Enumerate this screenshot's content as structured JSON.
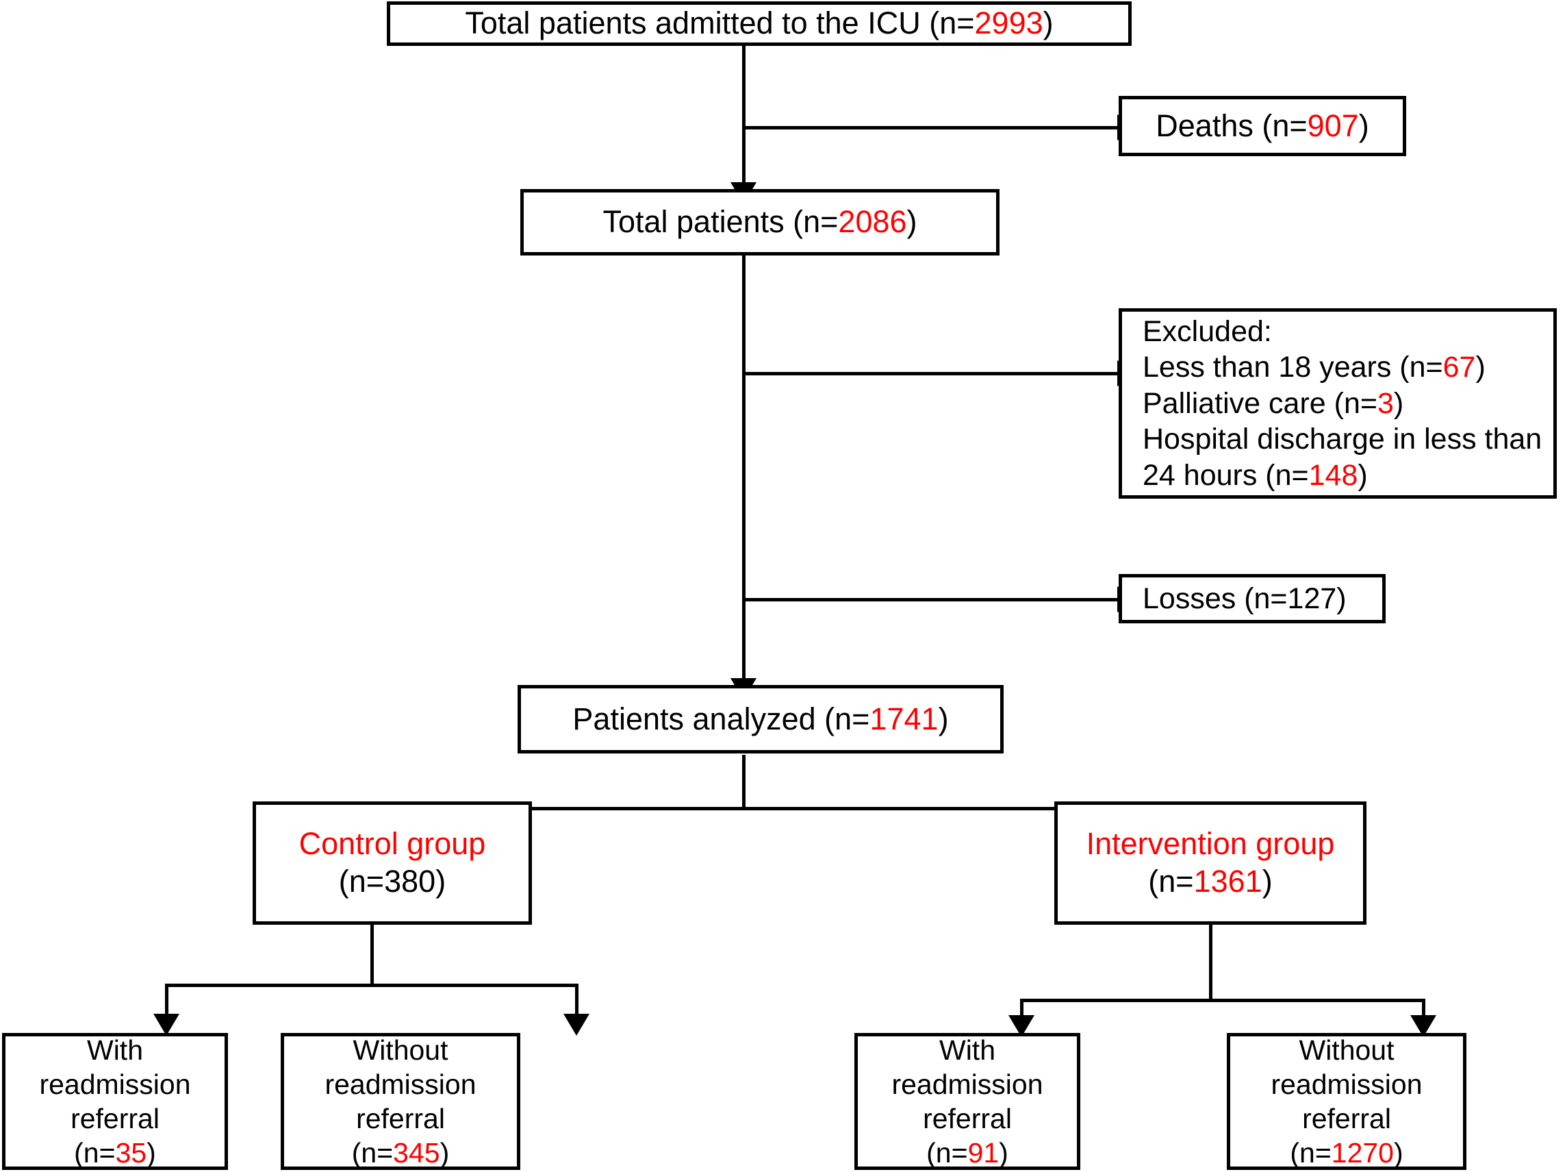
{
  "diagram": {
    "type": "consort-flow-diagram",
    "title": "ICU patient flow diagram",
    "colors": {
      "accent_red": "#ff0000",
      "text_black": "#000000",
      "box_border": "#000000",
      "background": "#ffffff"
    },
    "nodes": {
      "total_admitted": {
        "label_prefix": "Total patients admitted to the ICU (n=",
        "value": "2993",
        "value_color": "red",
        "label_suffix": ")"
      },
      "deaths": {
        "label_prefix": "Deaths (n=",
        "value": "907",
        "value_color": "red",
        "label_suffix": ")"
      },
      "total_patients": {
        "label_prefix": "Total patients (n=",
        "value": "2086",
        "value_color": "red",
        "label_suffix": ")"
      },
      "excluded": {
        "heading": "Excluded:",
        "line2_prefix": "Less than 18 years (n=",
        "line2_value": "67",
        "line2_suffix": ")",
        "line3_prefix": "Palliative care (n=",
        "line3_value": "3",
        "line3_suffix": ")",
        "line4_prefix": "Hospital discharge in less than 24 hours (n=",
        "line4_value": "148",
        "line4_suffix": ")"
      },
      "losses": {
        "label_prefix": "Losses (n=",
        "value": "127",
        "value_color": "black",
        "label_suffix": ")"
      },
      "patients_analyzed": {
        "label_prefix": "Patients analyzed (n=",
        "value": "1741",
        "value_color": "red",
        "label_suffix": ")"
      },
      "control_group": {
        "title": "Control group",
        "title_color": "red",
        "count_prefix": "(n=",
        "count_value": "380",
        "count_value_color": "black",
        "count_suffix": ")"
      },
      "intervention_group": {
        "title": "Intervention group",
        "title_color": "red",
        "count_prefix": "(n=",
        "count_value": "1361",
        "count_value_color": "red",
        "count_suffix": ")"
      },
      "control_with_referral": {
        "line1": "With readmission",
        "line2": "referral",
        "count_prefix": "(n=",
        "count_value": "35",
        "count_value_color": "red",
        "count_suffix": ")"
      },
      "control_without_referral": {
        "line1": "Without",
        "line2": "readmission referral",
        "count_prefix": "(n=",
        "count_value": "345",
        "count_value_color": "red",
        "count_suffix": ")"
      },
      "intervention_with_referral": {
        "line1": "With readmission",
        "line2": "referral",
        "count_prefix": "(n=",
        "count_value": "91",
        "count_value_color": "red",
        "count_suffix": ")"
      },
      "intervention_without_referral": {
        "line1": "Without",
        "line2": "readmission referral",
        "count_prefix": "(n=",
        "count_value": "1270",
        "count_value_color": "red",
        "count_suffix": ")"
      }
    }
  }
}
